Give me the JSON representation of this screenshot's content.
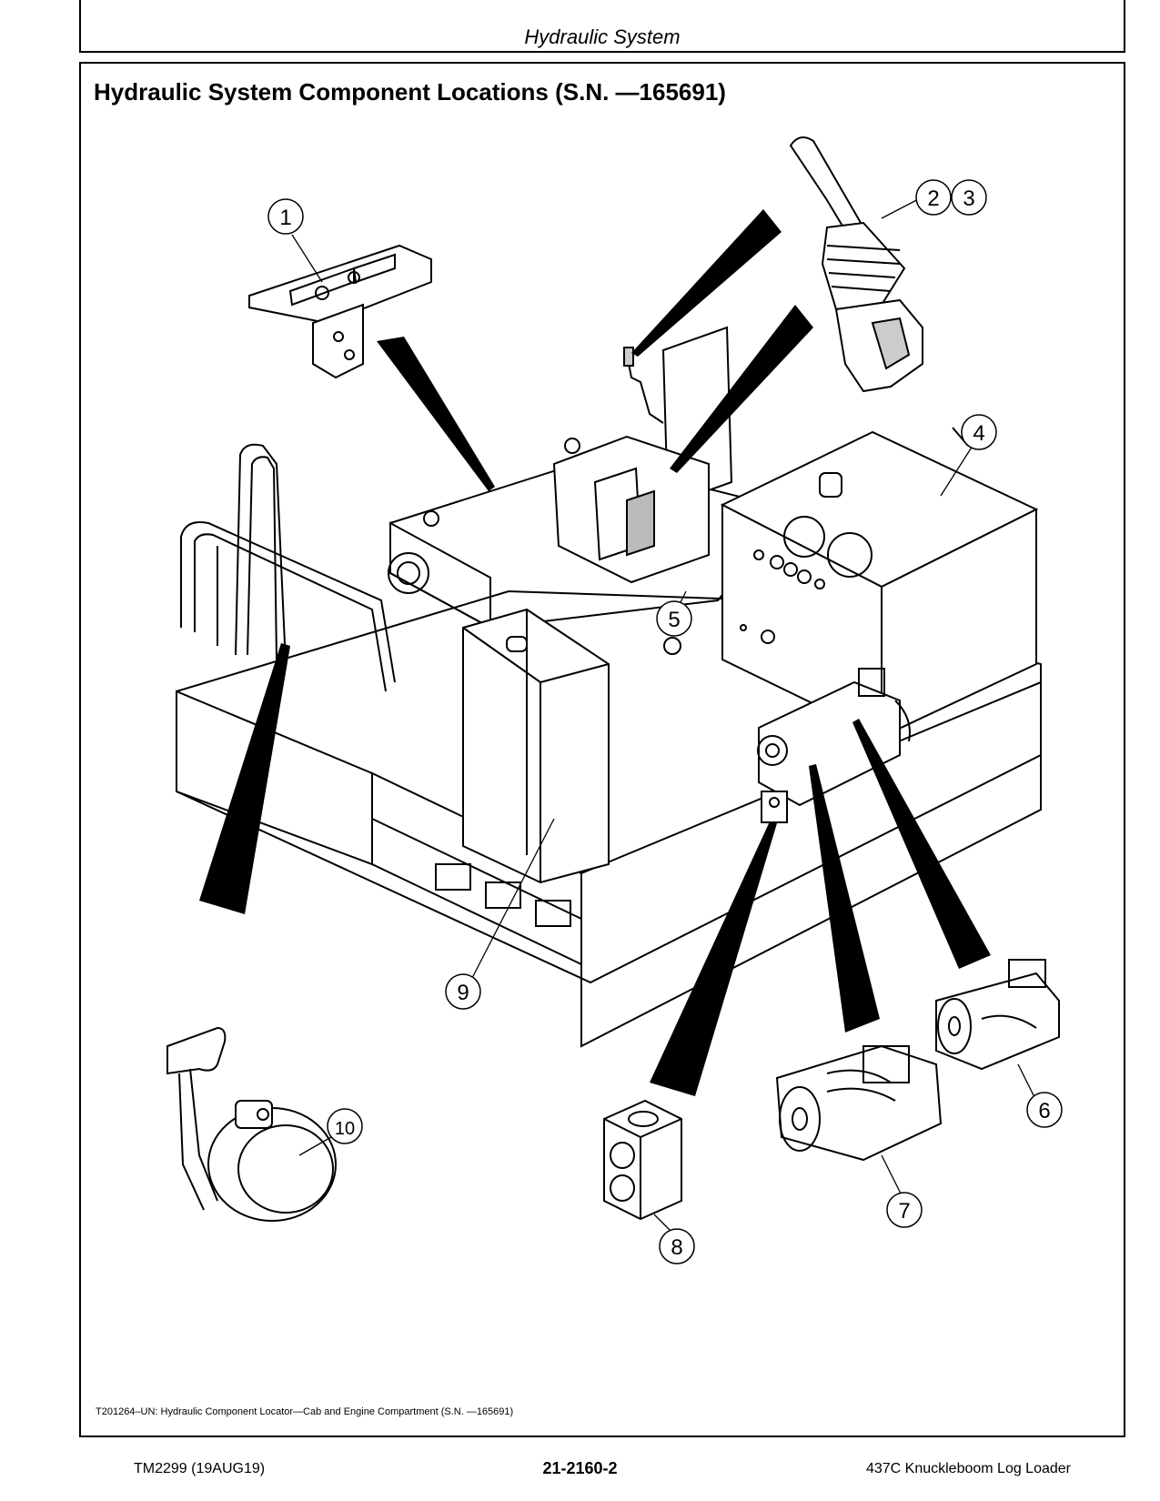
{
  "header": {
    "chapter": "Hydraulic System"
  },
  "section": {
    "title": "Hydraulic System Component Locations (S.N. —165691)"
  },
  "figure": {
    "caption": "T201264–UN: Hydraulic Component Locator—Cab and Engine Compartment (S.N. —165691)",
    "callouts": [
      "1",
      "2",
      "3",
      "4",
      "5",
      "6",
      "7",
      "8",
      "9",
      "10"
    ]
  },
  "footer": {
    "doc_id": "TM2299 (19AUG19)",
    "page": "21-2160-2",
    "machine": "437C Knuckleboom Log Loader"
  }
}
